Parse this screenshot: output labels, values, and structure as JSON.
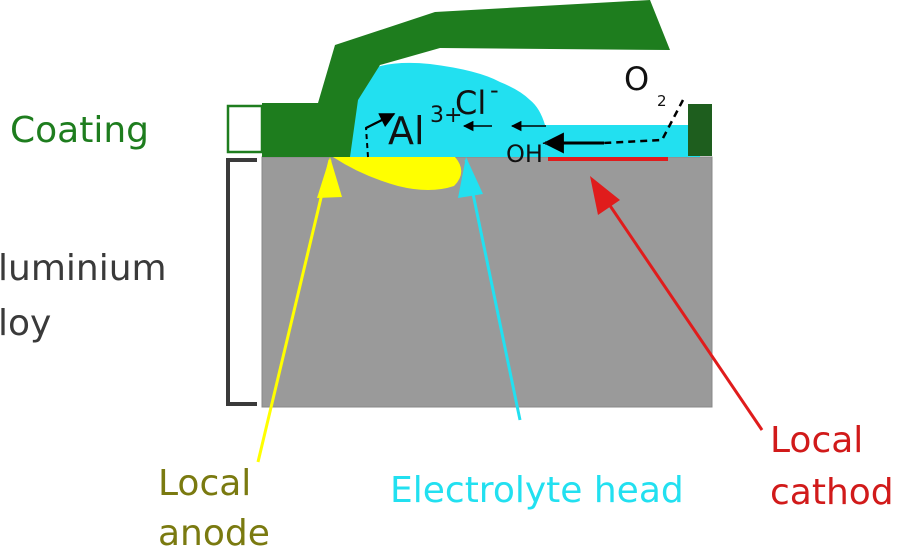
{
  "labels": {
    "coating": "Coating",
    "alloy_line1": "luminium",
    "alloy_line2": "loy",
    "local_anode_line1": "Local",
    "local_anode_line2": "anode",
    "electrolyte_head": "Electrolyte head",
    "local_cathode_line1": "Local",
    "local_cathode_line2": "cathod"
  },
  "chemistry": {
    "aluminium_ion": "Al",
    "aluminium_charge": "3+",
    "chloride": "Cl",
    "chloride_charge": "-",
    "hydroxide": "OH",
    "hydroxide_charge": "-",
    "oxygen": "O",
    "oxygen_subscript": "2"
  },
  "colors": {
    "coating": "#1e7d1e",
    "coating_text": "#1e7d1e",
    "alloy": "#9a9a9a",
    "electrolyte": "#22e0f0",
    "anode": "#ffff00",
    "anode_text": "#7a7a10",
    "cathode": "#e01c1c",
    "cathode_text": "#d11a1a",
    "bracket": "#3a3a3a",
    "text_dark": "#222222"
  }
}
